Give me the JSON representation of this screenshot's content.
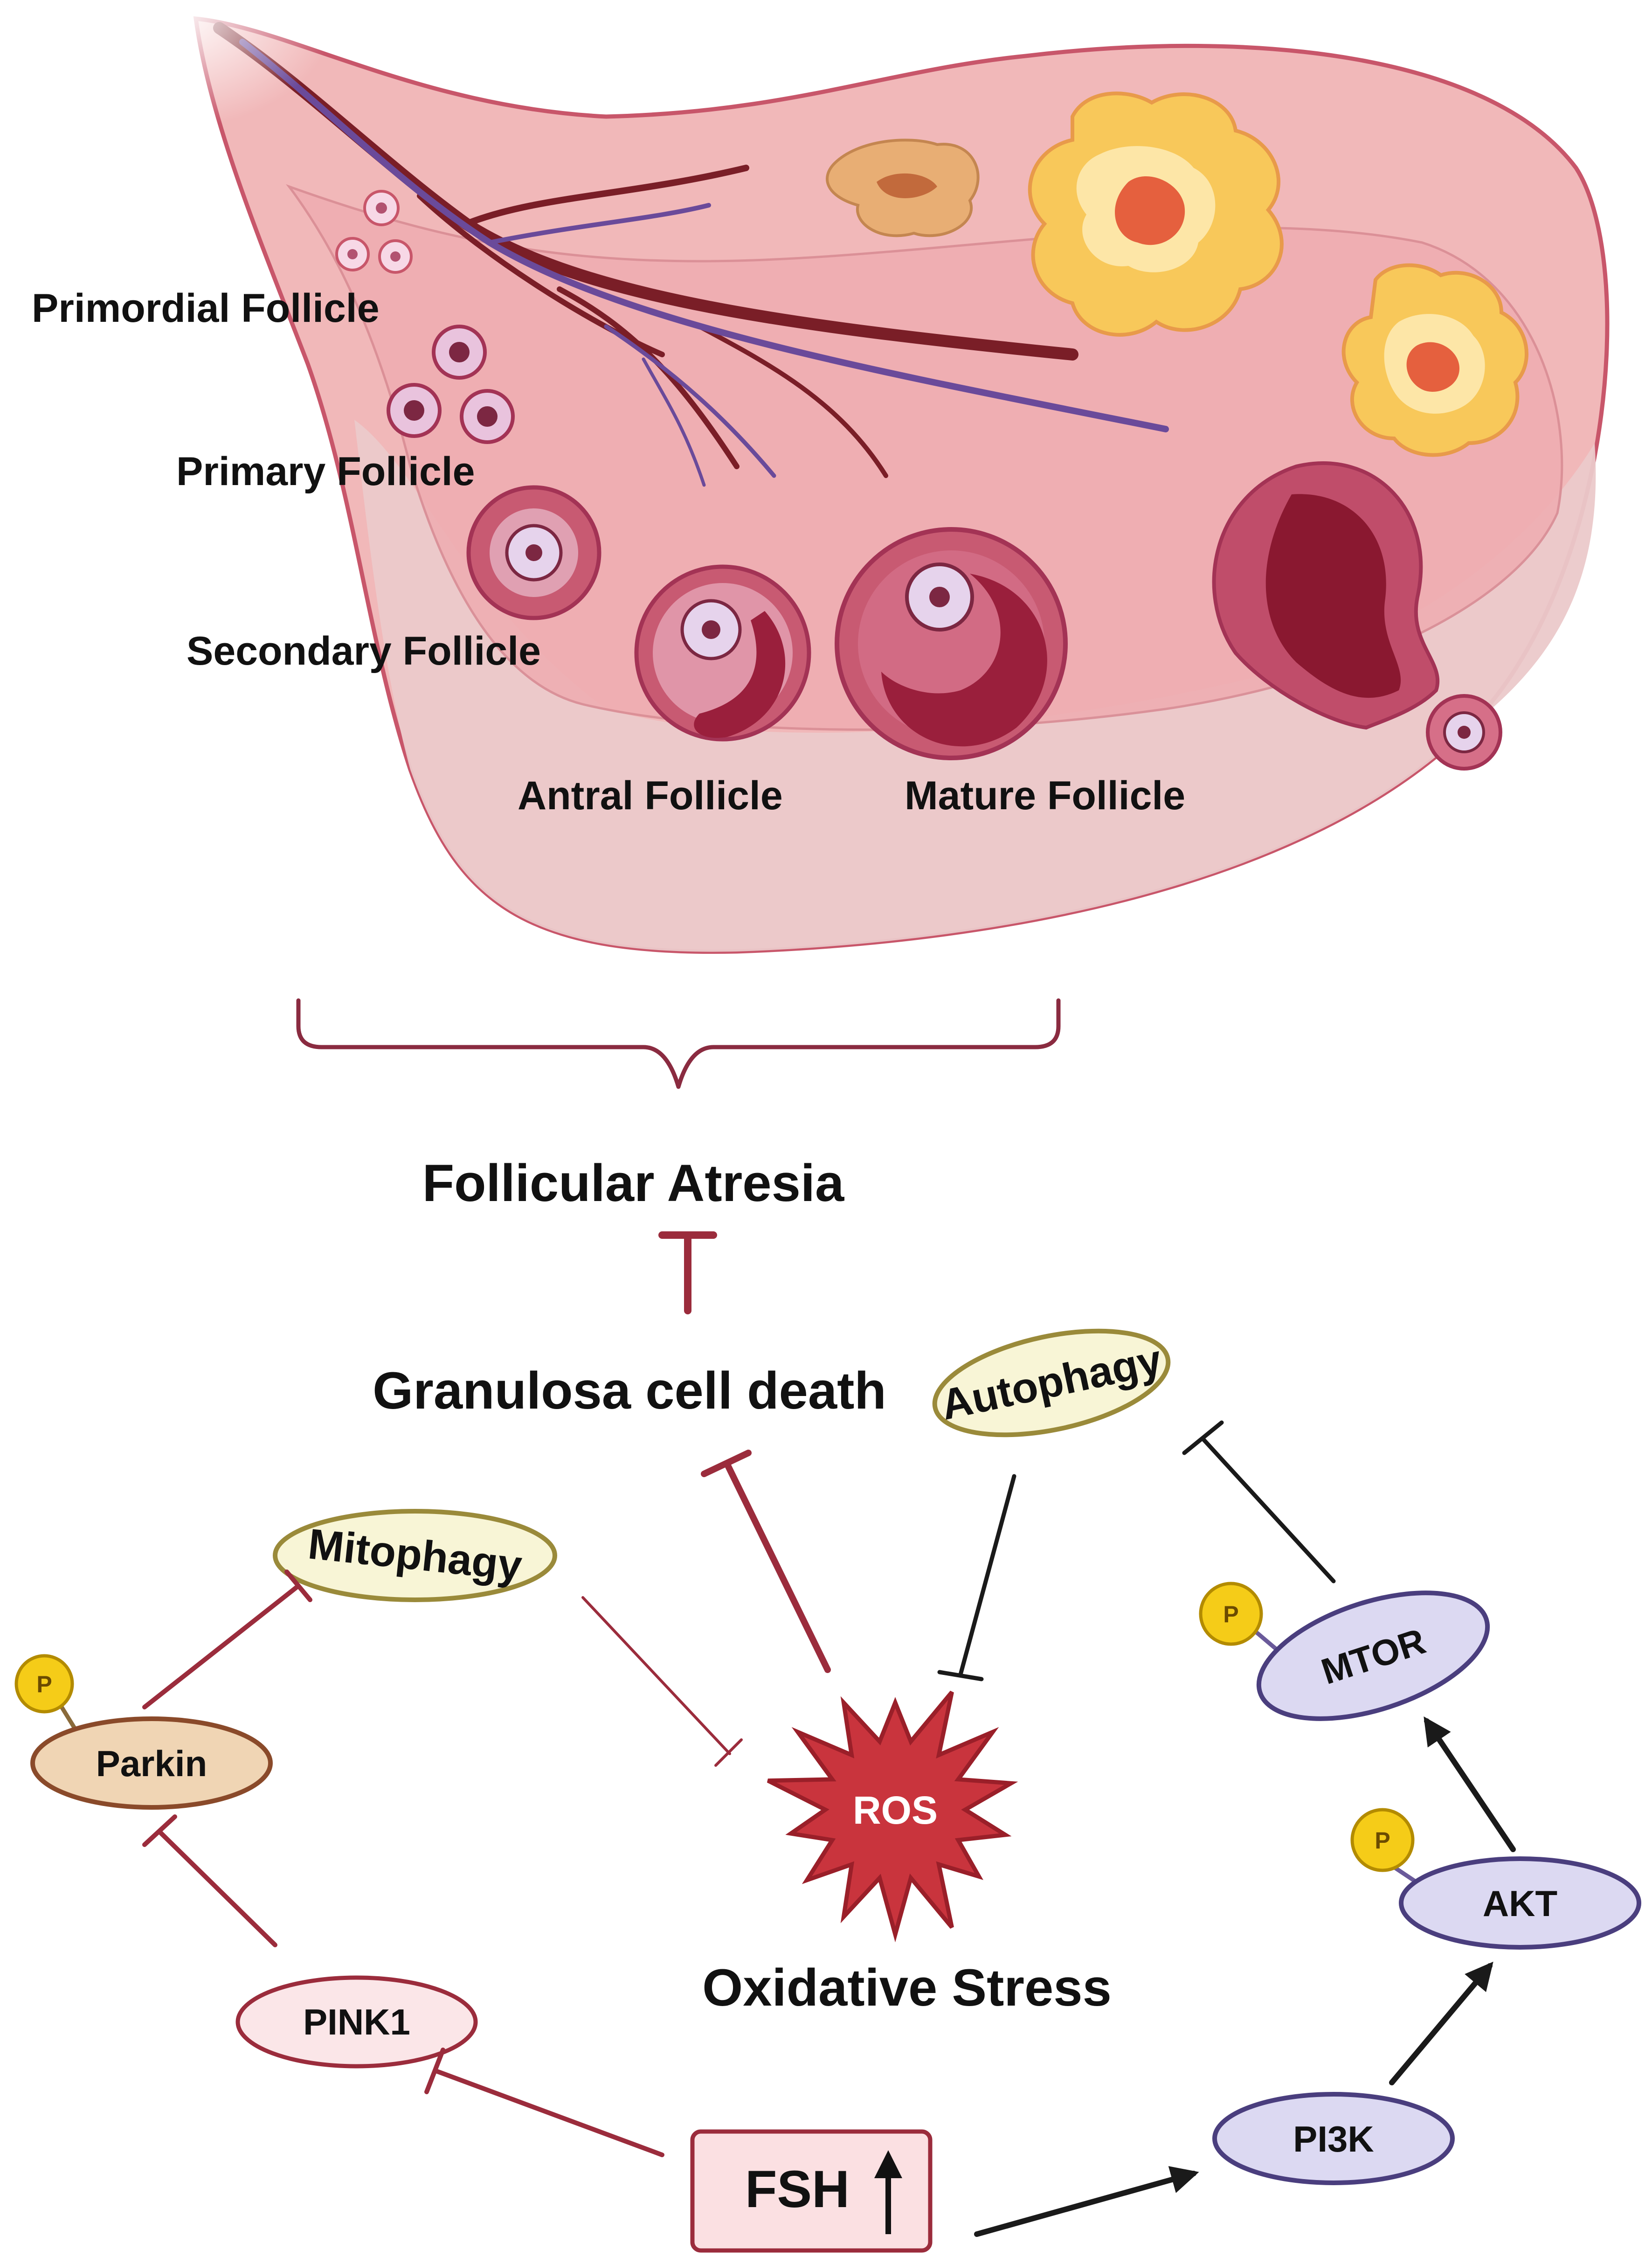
{
  "ovary": {
    "stages": {
      "primordial": "Primordial  Follicle",
      "primary": "Primary Follicle",
      "secondary": "Secondary Follicle",
      "antral": "Antral Follicle",
      "mature": "Mature Follicle"
    }
  },
  "pathway": {
    "follicular_atresia": "Follicular Atresia",
    "granulosa_cell_death": "Granulosa cell death",
    "autophagy": "Autophagy",
    "mitophagy": "Mitophagy",
    "parkin": "Parkin",
    "pink1": "PINK1",
    "ros": "ROS",
    "oxidative_stress": "Oxidative Stress",
    "mtor": "MTOR",
    "akt": "AKT",
    "pi3k": "PI3K",
    "fsh": "FSH",
    "phospho": "P"
  },
  "colors": {
    "inhibit_red": "#9b2c3c",
    "activate_black": "#1a1a1a",
    "ros_fill": "#c9343d",
    "tissue": "#f2b3b6",
    "corpus_luteum": "#f8c85a"
  }
}
